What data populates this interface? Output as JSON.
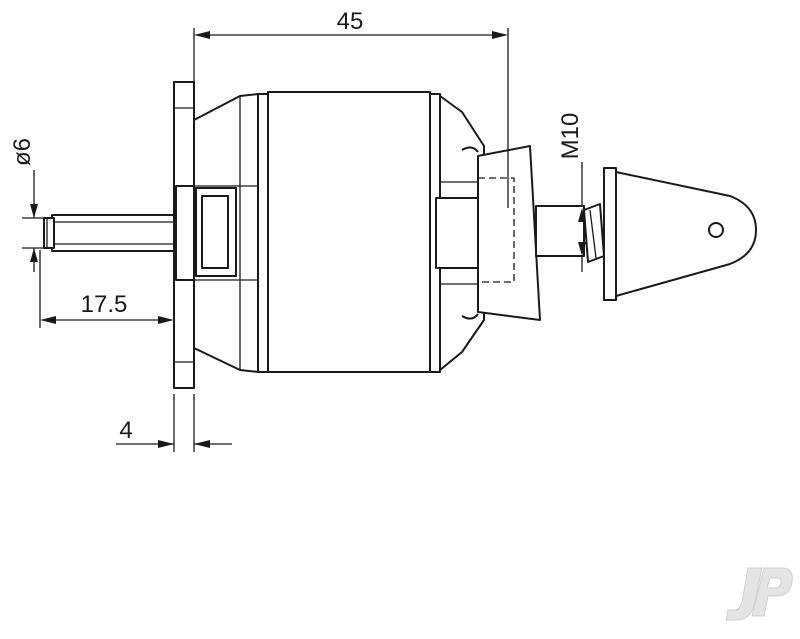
{
  "dimensions": {
    "overall_length": "45",
    "shaft_diameter": "ø6",
    "shaft_extension": "17.5",
    "mount_thickness": "4",
    "thread": "M10"
  },
  "colors": {
    "line": "#1a1a1a",
    "background": "#ffffff",
    "watermark": "#e4e4e4"
  }
}
